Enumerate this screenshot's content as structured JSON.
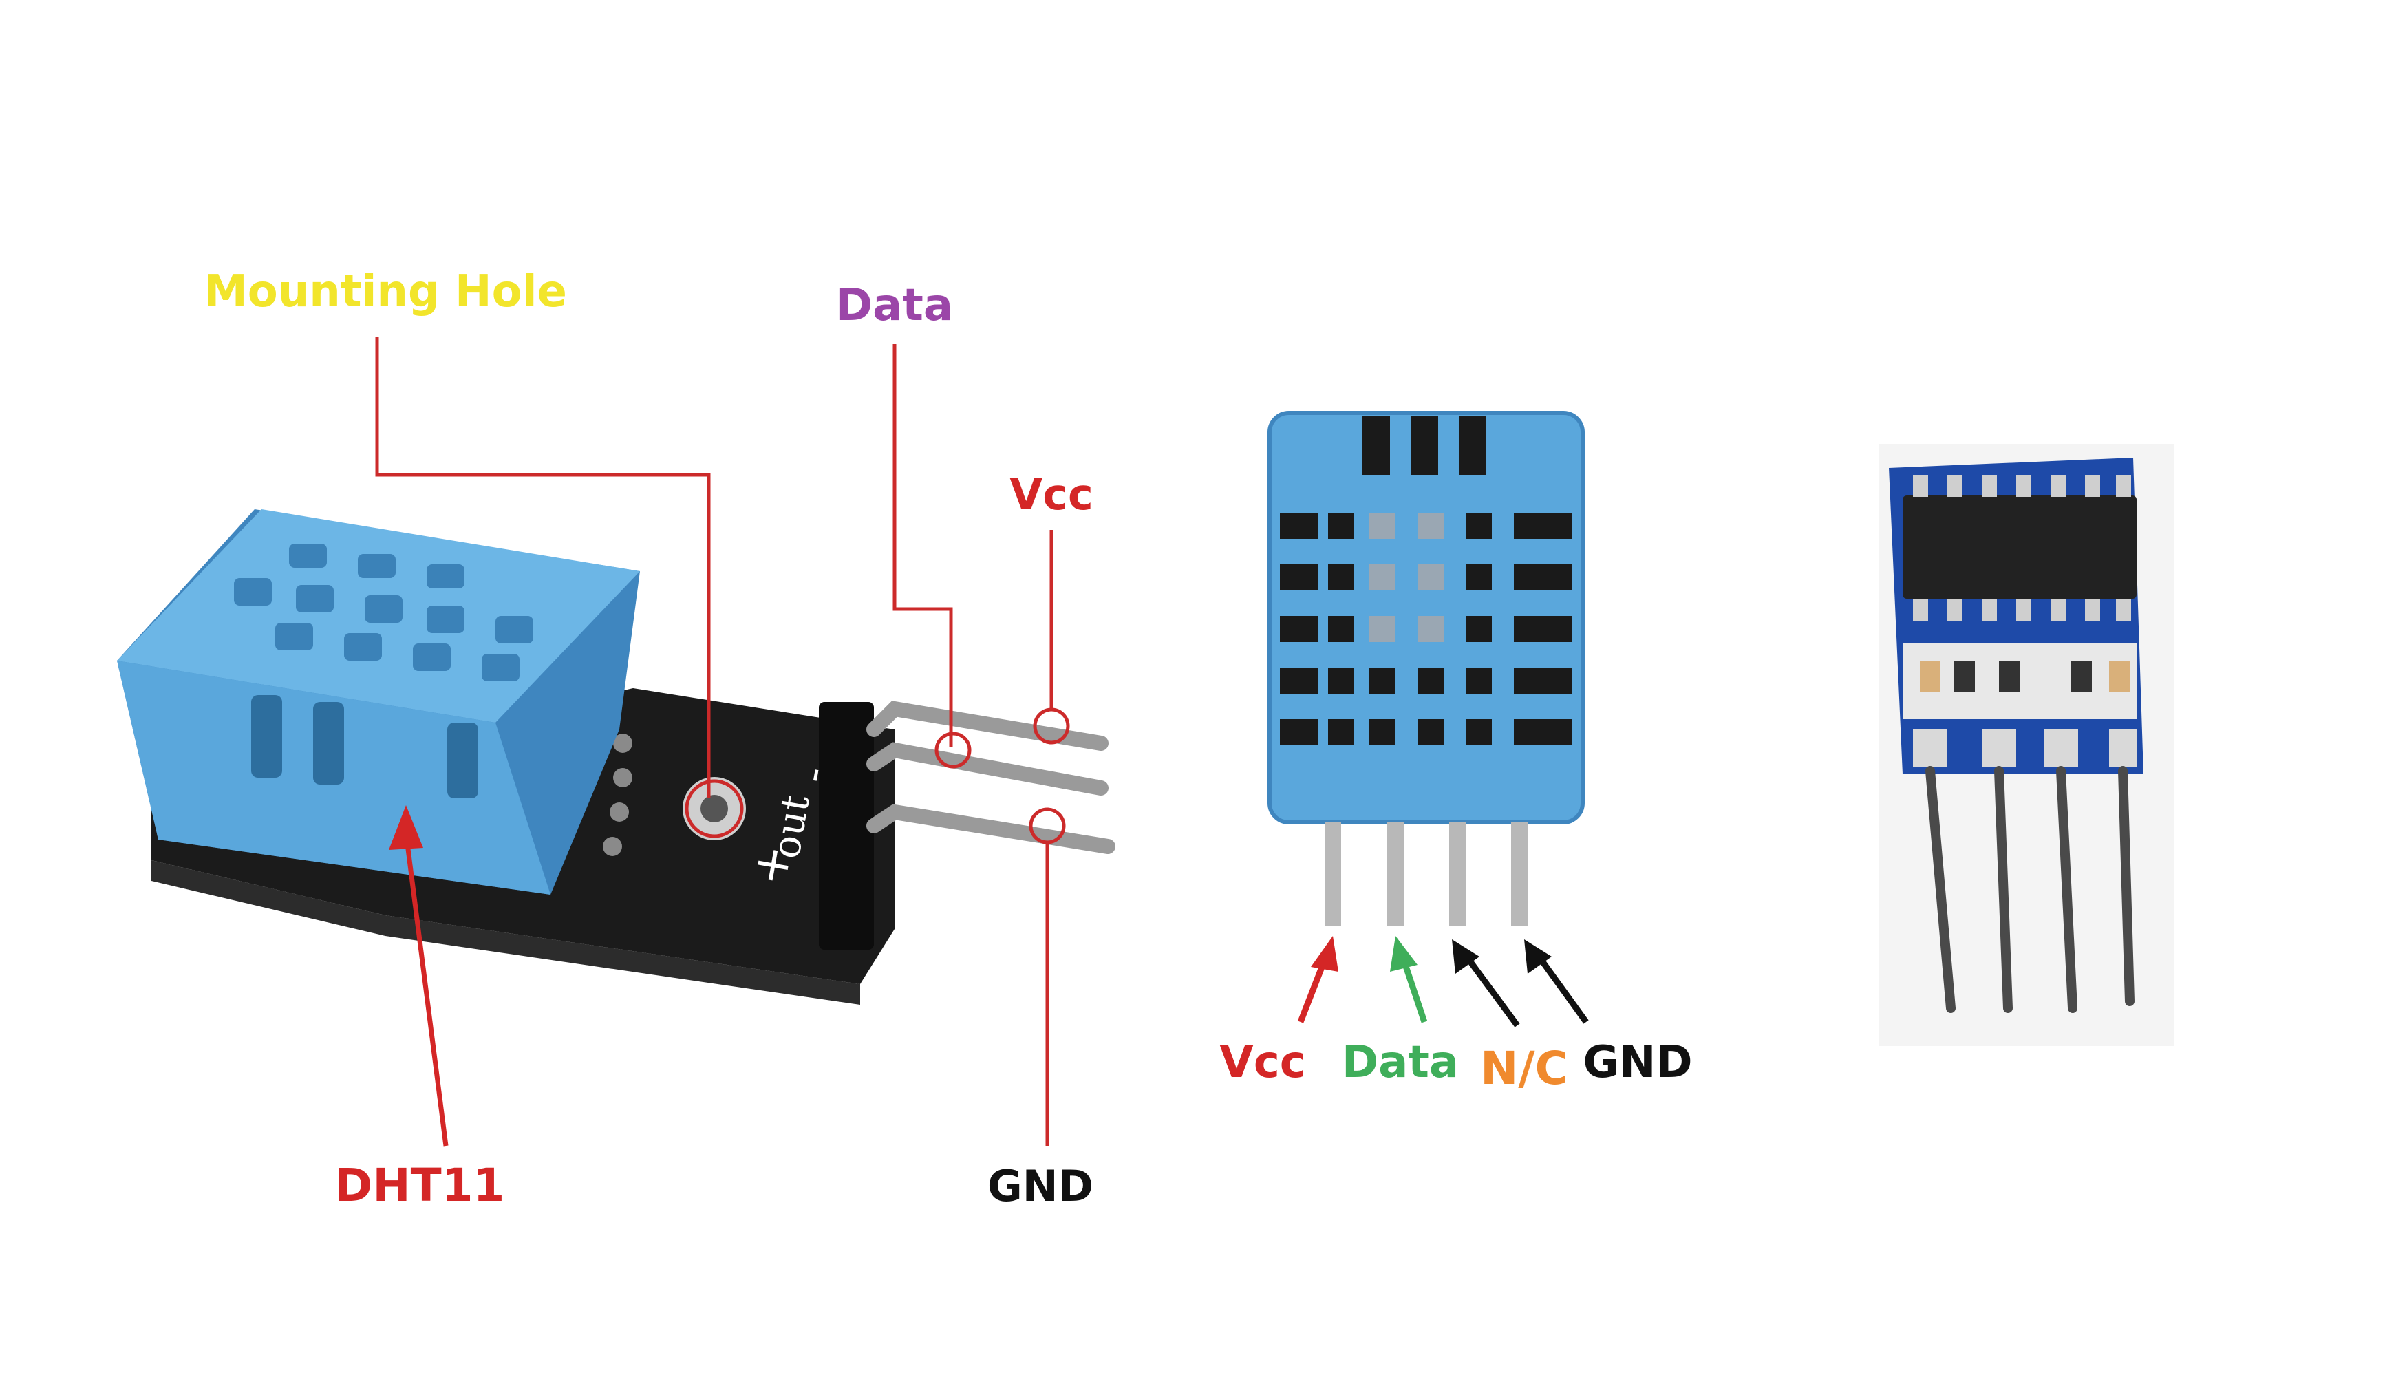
{
  "left_module": {
    "labels": {
      "mounting_hole": "Mounting Hole",
      "data": "Data",
      "vcc": "Vcc",
      "gnd": "GND",
      "dht11": "DHT11"
    },
    "board_markings": {
      "plus": "+",
      "out": "out",
      "minus": "-"
    }
  },
  "center_pinout": {
    "labels": {
      "vcc": "Vcc",
      "data": "Data",
      "nc": "N/C",
      "gnd": "GND"
    }
  },
  "colors": {
    "sensor_blue": "#5aa7dc",
    "sensor_blue_dark": "#3f86bf",
    "board_black": "#1b1b1b",
    "leader_red": "#cc2a2a",
    "label_yellow": "#f2e52b",
    "label_purple": "#9b46a8",
    "label_red": "#d42626",
    "label_green": "#3fae5a",
    "label_orange": "#f08a2e",
    "label_black": "#111111"
  }
}
